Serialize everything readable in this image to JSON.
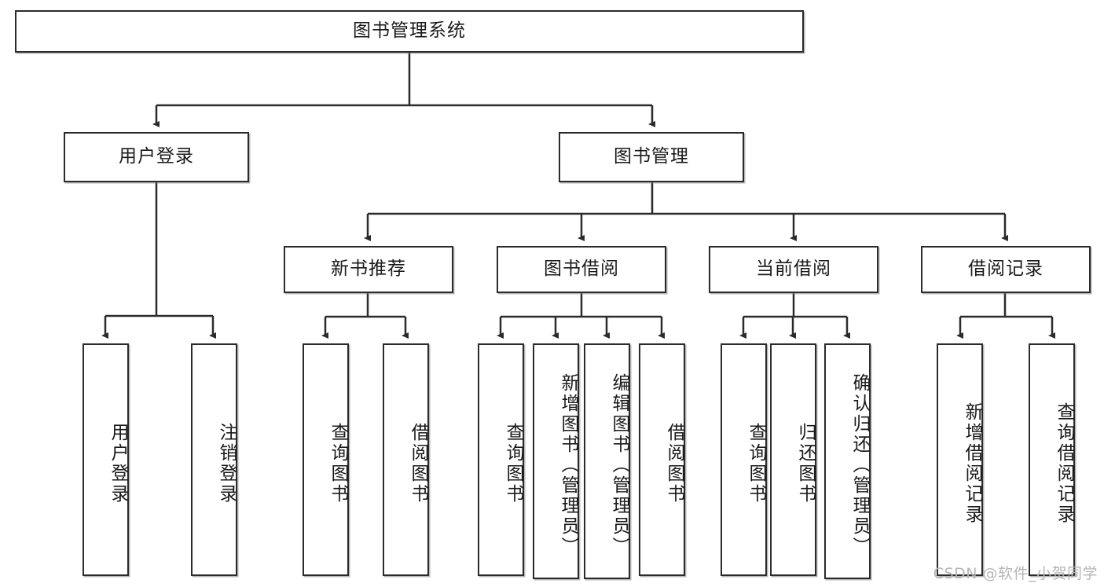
{
  "diagram": {
    "title": "图书管理系统",
    "watermark": "CSDN @软件_小贺同学",
    "type": "tree-hierarchy",
    "colors": {
      "border": "#2b2b2b",
      "background": "#ffffff",
      "text": "#1a1a1a",
      "watermark": "#b6b6b6"
    },
    "levels": {
      "root": "图书管理系统",
      "level2": [
        "用户登录",
        "图书管理"
      ],
      "level3": [
        "新书推荐",
        "图书借阅",
        "当前借阅",
        "借阅记录"
      ]
    },
    "nodes": {
      "root": "图书管理系统",
      "user_login": "用户登录",
      "book_manage": "图书管理",
      "new_book_rec": "新书推荐",
      "book_borrow": "图书借阅",
      "current_borrow": "当前借阅",
      "borrow_record": "借阅记录",
      "leaf_user_login": "用户登录",
      "leaf_user_logout": "注销登录",
      "leaf_query_book_1": "查询图书",
      "leaf_borrow_book_1": "借阅图书",
      "leaf_query_book_2": "查询图书",
      "leaf_add_book": "新增图书（管理员）",
      "leaf_edit_book": "编辑图书（管理员）",
      "leaf_borrow_book_2": "借阅图书",
      "leaf_query_book_3": "查询图书",
      "leaf_return_book": "归还图书",
      "leaf_confirm_return": "确认归还（管理员）",
      "leaf_add_record": "新增借阅记录",
      "leaf_query_record": "查询借阅记录"
    },
    "edges": [
      {
        "from": "图书管理系统",
        "to": "用户登录"
      },
      {
        "from": "图书管理系统",
        "to": "图书管理"
      },
      {
        "from": "用户登录",
        "to": "用户登录"
      },
      {
        "from": "用户登录",
        "to": "注销登录"
      },
      {
        "from": "图书管理",
        "to": "新书推荐"
      },
      {
        "from": "图书管理",
        "to": "图书借阅"
      },
      {
        "from": "图书管理",
        "to": "当前借阅"
      },
      {
        "from": "图书管理",
        "to": "借阅记录"
      },
      {
        "from": "新书推荐",
        "to": "查询图书"
      },
      {
        "from": "新书推荐",
        "to": "借阅图书"
      },
      {
        "from": "图书借阅",
        "to": "查询图书"
      },
      {
        "from": "图书借阅",
        "to": "新增图书（管理员）"
      },
      {
        "from": "图书借阅",
        "to": "编辑图书（管理员）"
      },
      {
        "from": "图书借阅",
        "to": "借阅图书"
      },
      {
        "from": "当前借阅",
        "to": "查询图书"
      },
      {
        "from": "当前借阅",
        "to": "归还图书"
      },
      {
        "from": "当前借阅",
        "to": "确认归还（管理员）"
      },
      {
        "from": "借阅记录",
        "to": "新增借阅记录"
      },
      {
        "from": "借阅记录",
        "to": "查询借阅记录"
      }
    ]
  }
}
